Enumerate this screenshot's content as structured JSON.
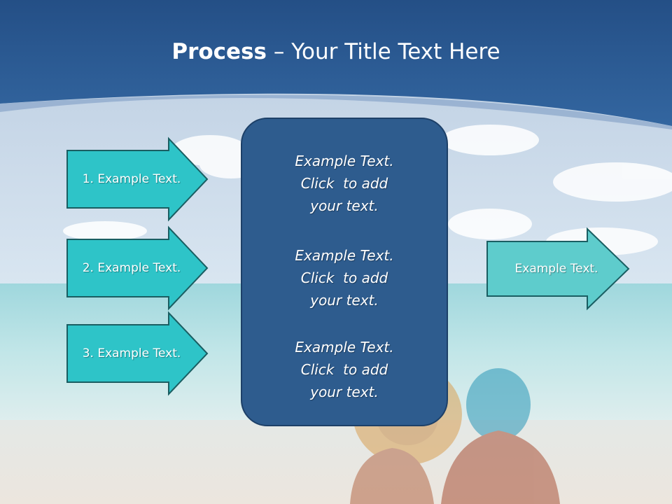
{
  "slide": {
    "title_strong": "Process",
    "title_rest": " – Your Title Text Here",
    "left_arrows": [
      {
        "label": "1. Example Text."
      },
      {
        "label": "2. Example Text."
      },
      {
        "label": "3. Example Text."
      }
    ],
    "center_box": {
      "paragraphs": [
        {
          "lines": [
            "Example Text.",
            "Click  to add",
            "your text."
          ]
        },
        {
          "lines": [
            "Example Text.",
            "Click  to add",
            "your text."
          ]
        },
        {
          "lines": [
            "Example Text.",
            "Click  to add",
            "your text."
          ]
        }
      ]
    },
    "right_arrow": {
      "label": "Example Text."
    }
  },
  "colors": {
    "header_blue": "#2f5f96",
    "arrow_fill": "#2ec4c8",
    "arrow_fill_right": "#5ecccc",
    "arrow_stroke": "#1a5e62",
    "box_fill": "#2e5c8e",
    "box_stroke": "#1d4068"
  }
}
